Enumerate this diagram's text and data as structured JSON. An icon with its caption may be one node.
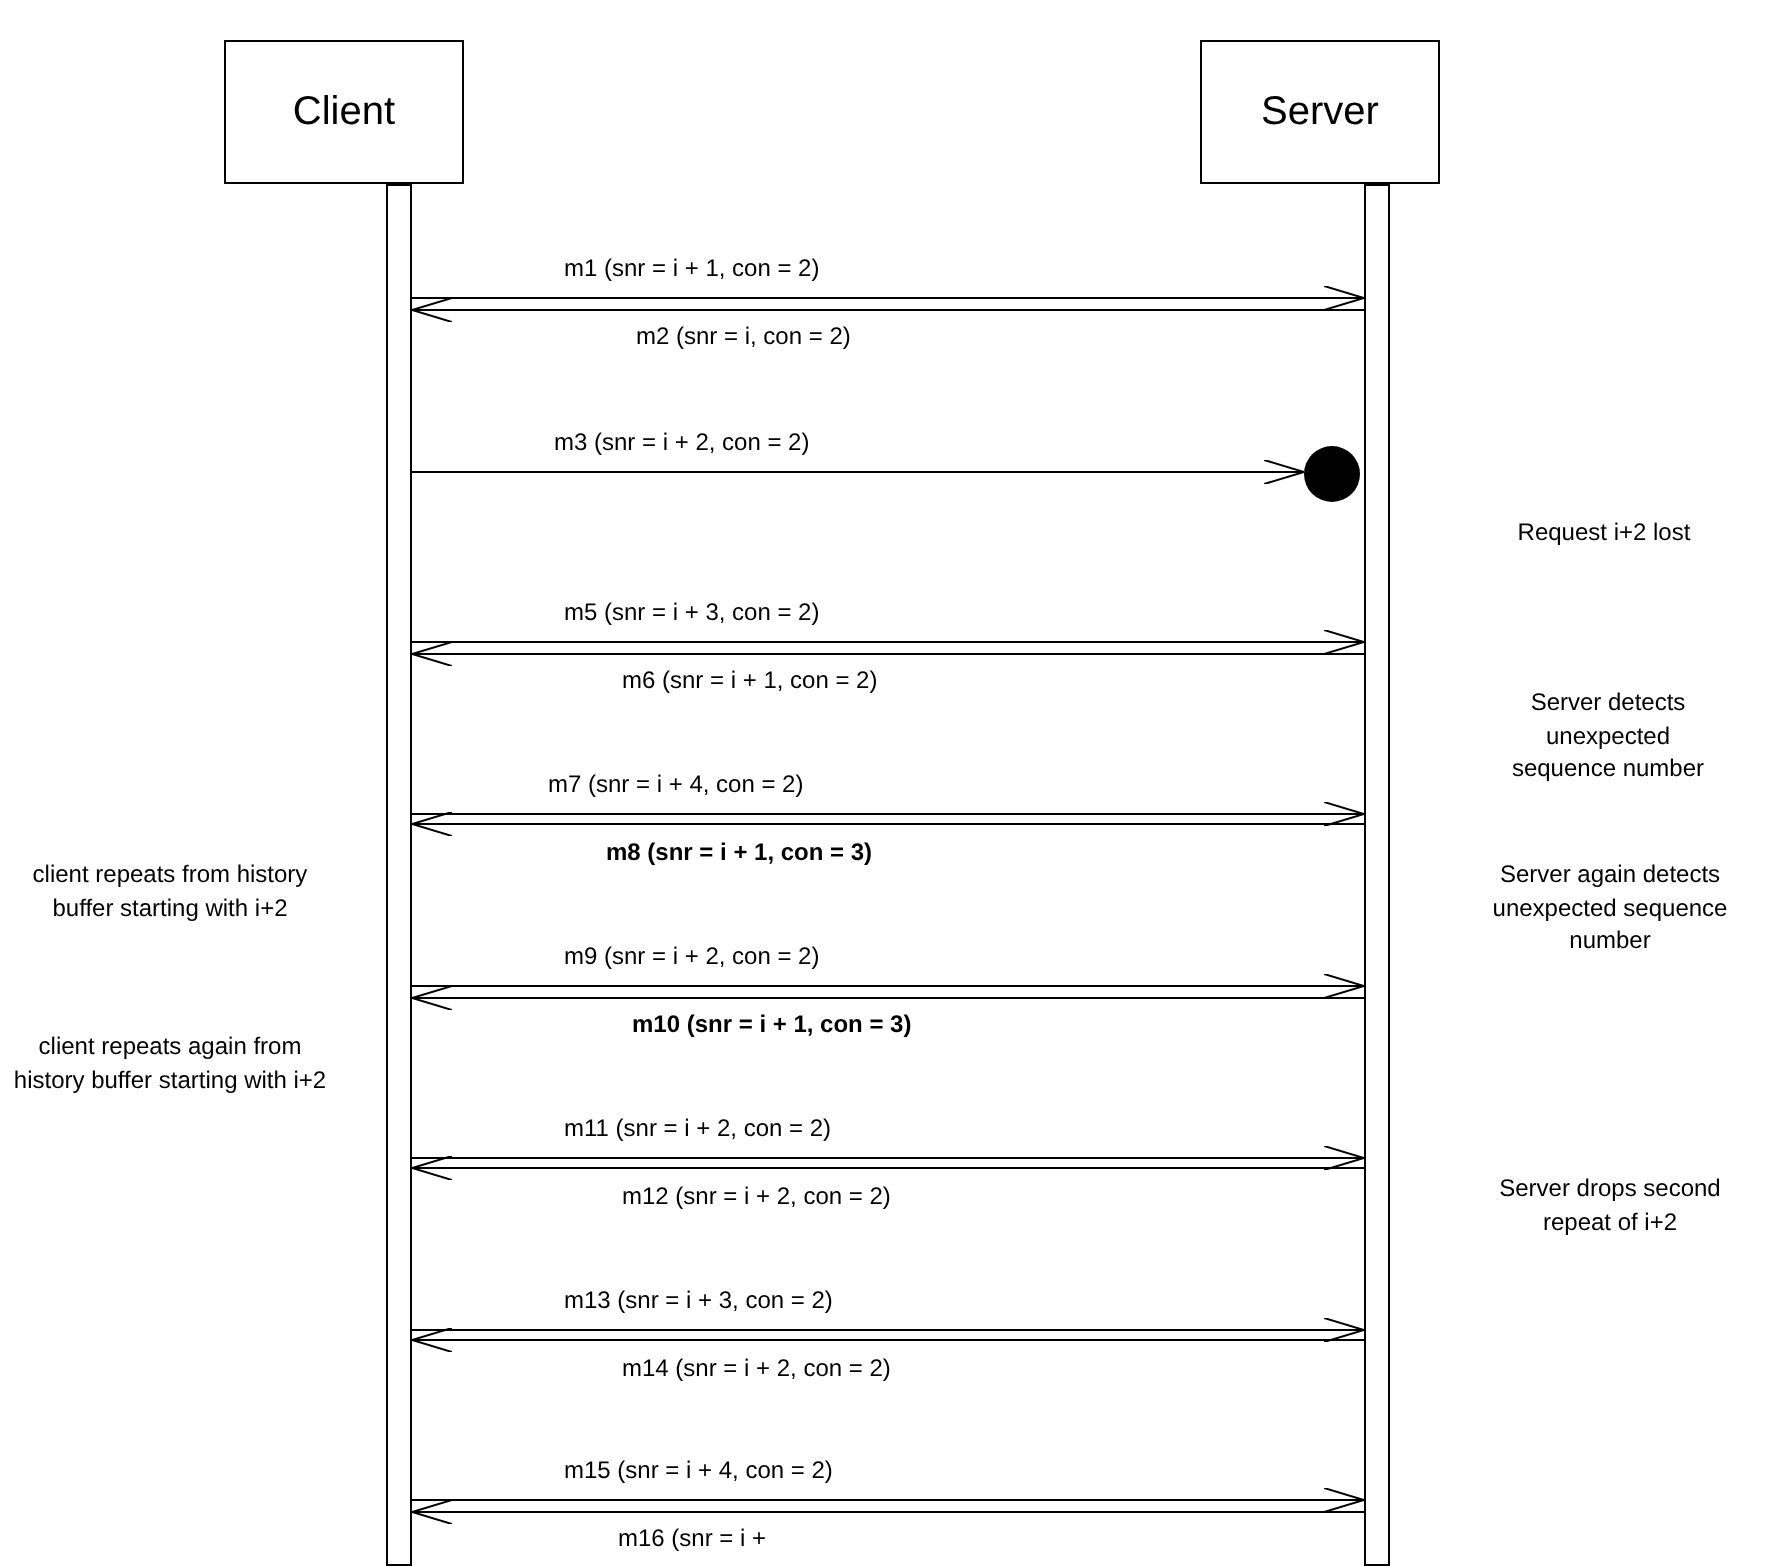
{
  "diagram": {
    "nodes": [
      {
        "text": [
          "Client"
        ]
      },
      {
        "text": [
          "Server"
        ]
      },
      {
        "text": [],
        "shape": "bar"
      },
      {
        "text": [],
        "shape": "bar"
      },
      {
        "text": [],
        "shape": "circle"
      }
    ],
    "edges": [
      {
        "from": 2,
        "to": 3,
        "arrow": "to",
        "label": "m1 (snr = i + 1, con = 2)"
      },
      {
        "from": 3,
        "to": 2,
        "arrow": "to",
        "label": "m2 (snr = i, con = 2)"
      },
      {
        "from": 2,
        "to": 4,
        "arrow": "to",
        "label": "m3 (snr = i + 2, con = 2)"
      },
      {
        "from": 2,
        "to": 3,
        "arrow": "to",
        "label": "m5 (snr = i + 3, con = 2)"
      },
      {
        "from": 3,
        "to": 2,
        "arrow": "to",
        "label": "m6 (snr = i + 1, con = 2)"
      },
      {
        "from": 2,
        "to": 3,
        "arrow": "to",
        "label": "m7 (snr = i + 4, con = 2)"
      },
      {
        "from": 3,
        "to": 2,
        "arrow": "to",
        "label": "m8 (snr = i + 1, con = 3)"
      },
      {
        "from": 2,
        "to": 3,
        "arrow": "to",
        "label": "m9 (snr = i + 2, con = 2)"
      },
      {
        "from": 3,
        "to": 2,
        "arrow": "to",
        "label": "m10 (snr = i + 1, con = 3)"
      },
      {
        "from": 2,
        "to": 3,
        "arrow": "to",
        "label": "m11 (snr = i + 2, con = 2)"
      },
      {
        "from": 3,
        "to": 2,
        "arrow": "to",
        "label": "m12 (snr = i + 2, con = 2)"
      },
      {
        "from": 2,
        "to": 3,
        "arrow": "to",
        "label": "m13 (snr = i + 3, con = 2)"
      },
      {
        "from": 3,
        "to": 2,
        "arrow": "to",
        "label": "m14 (snr = i + 2, con = 2)"
      },
      {
        "from": 2,
        "to": 3,
        "arrow": "to",
        "label": "m15 (snr = i + 4, con = 2)"
      },
      {
        "from": 3,
        "to": 2,
        "arrow": "to",
        "label": "m16 (snr = i +"
      }
    ],
    "labels": [
      "Request i+2 lost",
      "Server detects unexpected sequence number",
      "client repeats from history buffer starting with i+2",
      "Server again detects unexpected sequence number",
      "client repeats again from history buffer starting with i+2",
      "Server drops second repeat of i+2"
    ]
  }
}
